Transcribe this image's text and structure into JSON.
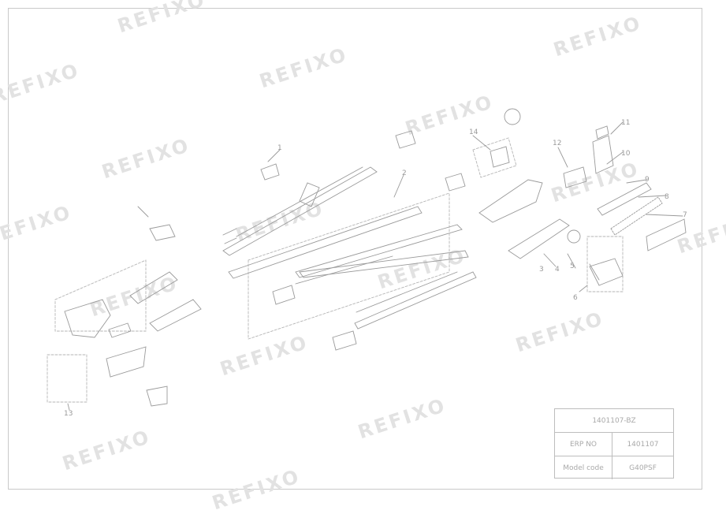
{
  "watermark": "REFIXO",
  "title_block": {
    "header": "1401107-BZ",
    "rows": [
      {
        "label": "ERP NO",
        "value": "1401107"
      },
      {
        "label": "Model code",
        "value": "G40PSF"
      }
    ]
  },
  "callouts": [
    "1",
    "2",
    "3",
    "4",
    "5",
    "6",
    "7",
    "8",
    "9",
    "10",
    "11",
    "12",
    "13",
    "14"
  ],
  "colors": {
    "line": "#9a9a9a",
    "watermark": "#e2e2e2",
    "frame": "#c9c9c9"
  }
}
